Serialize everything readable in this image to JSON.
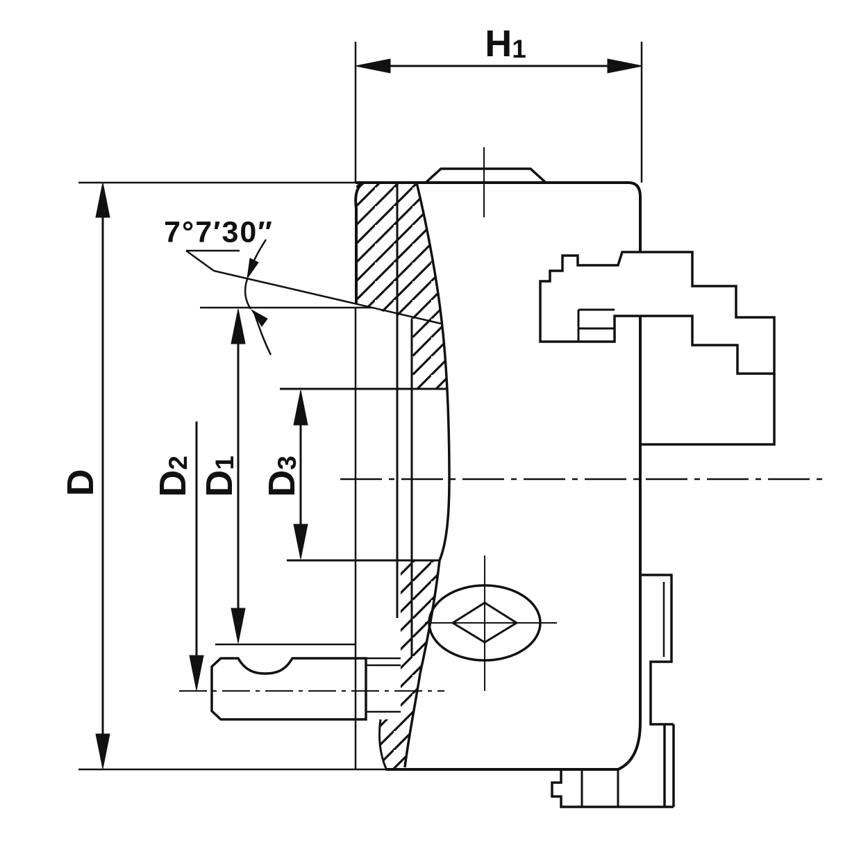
{
  "drawing": {
    "background": "#ffffff",
    "line_color": "#111111",
    "labels": {
      "d": {
        "main": "D",
        "sub": ""
      },
      "d2": {
        "main": "D",
        "sub": "2"
      },
      "d1": {
        "main": "D",
        "sub": "1"
      },
      "d3": {
        "main": "D",
        "sub": "3"
      },
      "h1": {
        "main": "H",
        "sub": "1"
      },
      "angle": "7°7′30″"
    }
  }
}
